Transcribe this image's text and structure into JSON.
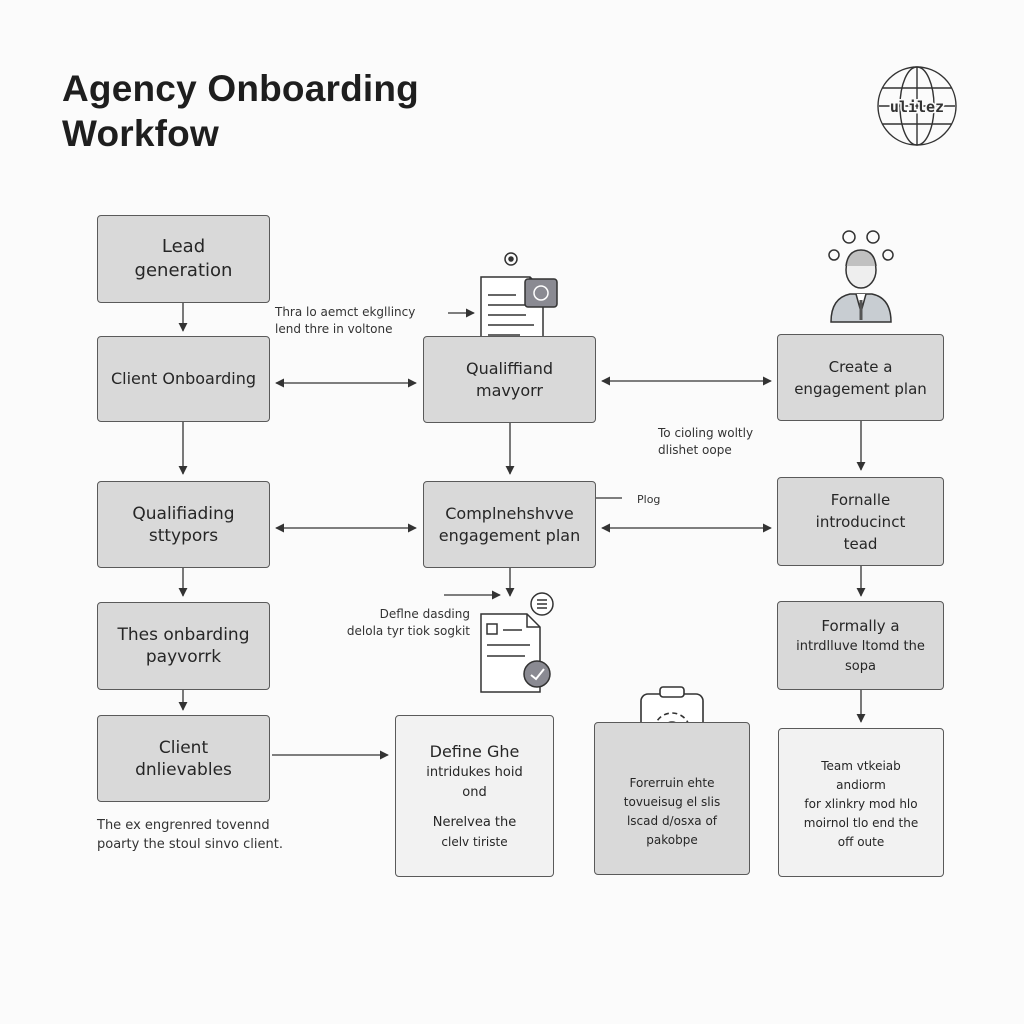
{
  "title": {
    "line1": "Agency Onboarding",
    "line2": "Workfow"
  },
  "boxes": {
    "lead_generation": [
      "Lead",
      "generation"
    ],
    "client_onboarding": [
      "Client Onboarding"
    ],
    "qualifying_left": [
      "Qualifiading",
      "sttypors"
    ],
    "onboarding_paywork": [
      "Thes onbarding",
      "payvorrk"
    ],
    "client_deliverables": [
      "Client",
      "dnlievables"
    ],
    "qualified_center": [
      "Qualiffiand",
      "mavyorr"
    ],
    "comprehensive_plan": [
      "Complnehshvve",
      "engagement plan"
    ],
    "define_center": [
      "Define Ghe",
      "intridukes hoid",
      "ond"
    ],
    "define_center_sub": [
      "Nerelvea the",
      "clelv tiriste"
    ],
    "gear_box": [
      "Forerruin ehte",
      "tovueisug el slis",
      "lscad d/osxa of",
      "pakobpe"
    ],
    "create_plan": [
      "Create a",
      "engagement plan"
    ],
    "formalle": [
      "Fornalle",
      "introducinct",
      "tead"
    ],
    "formally": [
      "Formally a",
      "intrdlluve ltomd the",
      "sopa"
    ],
    "team": [
      "Team vtkeiab",
      "andiorm",
      "for xlinkry mod hlo",
      "moirnol tlo end the",
      "off oute"
    ]
  },
  "notes": {
    "top_center": [
      "Thra lo aemct ekgllincy",
      "lend thre in voltone"
    ],
    "right_mid": [
      "To cioling woltly",
      "dlishet oope"
    ],
    "plug": [
      "Plog"
    ],
    "define_scope": [
      "Deflne dasding",
      "delola tyr tiok sogkit"
    ],
    "bottom_left": [
      "The ex engrenred tovennd",
      "poarty the stoul sinvo client."
    ]
  },
  "icons": {
    "logo": "globe-icon",
    "document": "document-chat-icon",
    "person": "person-avatar-icon",
    "checklist": "document-check-icon",
    "gear": "gear-clipboard-icon"
  },
  "logo_text": "ulilez",
  "colors": {
    "box_fill": "#d9d9d9",
    "box_fill_light": "#f2f2f2",
    "stroke": "#5a5a5a",
    "text": "#262626",
    "background": "#fbfbfb"
  }
}
